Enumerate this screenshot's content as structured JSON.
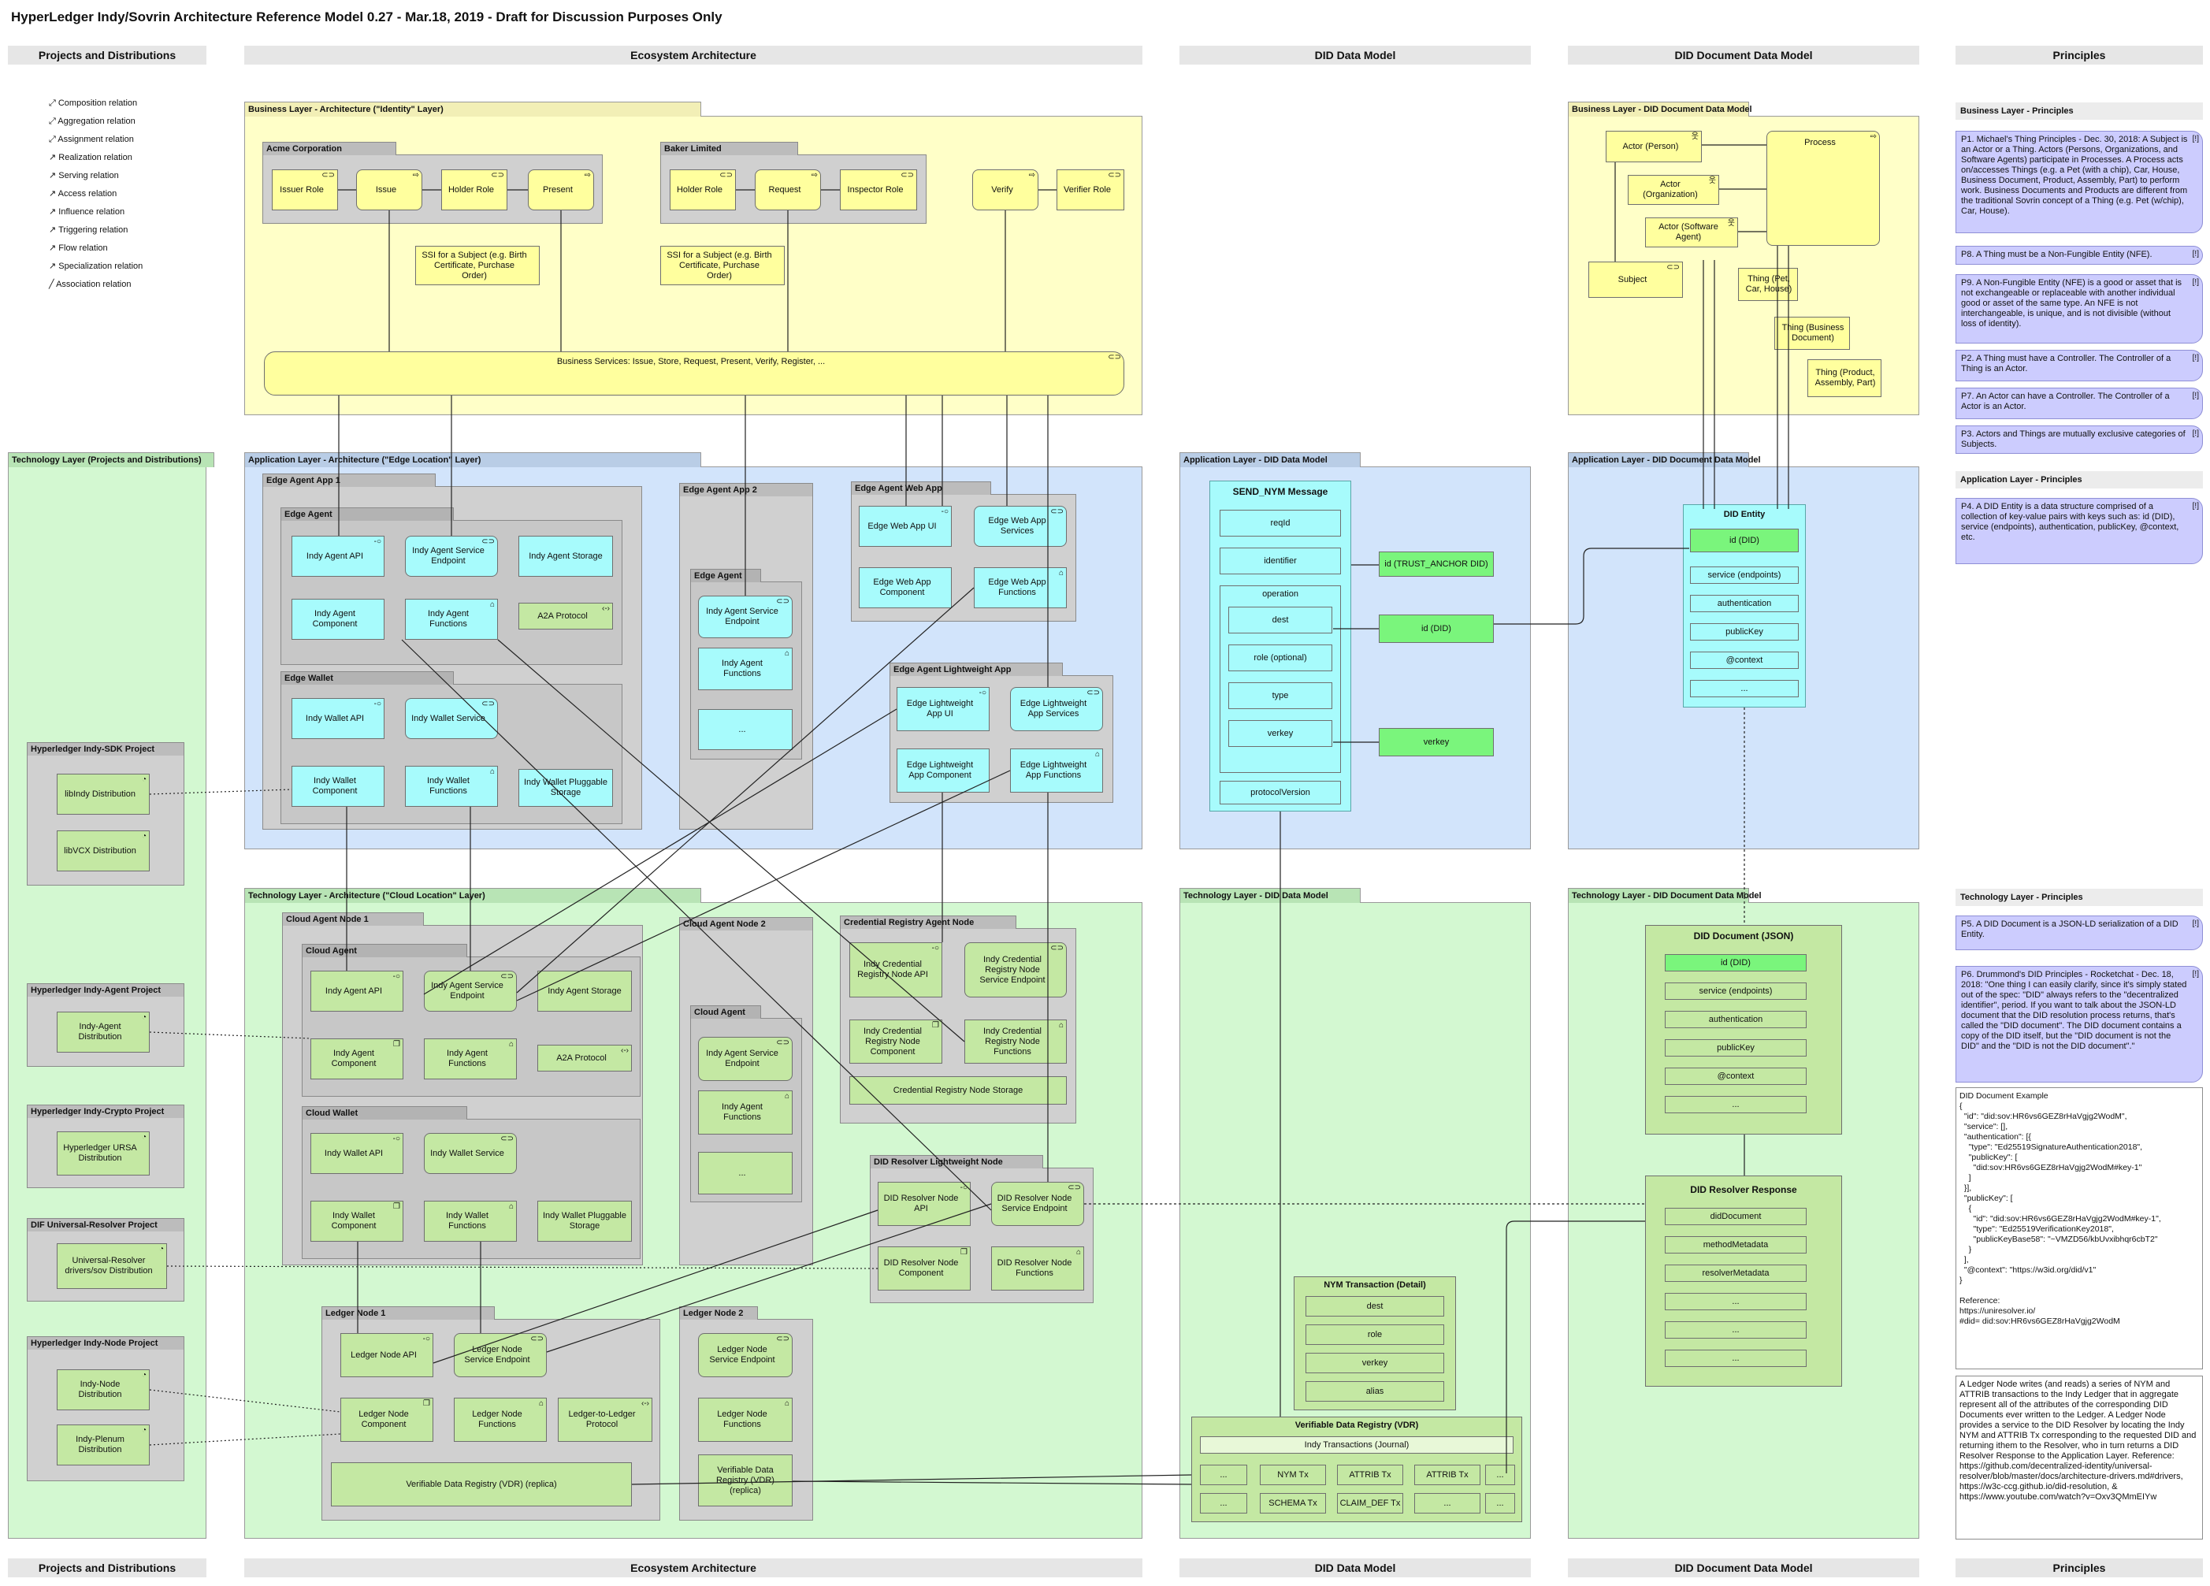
{
  "title": "HyperLedger Indy/Sovrin Architecture Reference Model 0.27 - Mar.18, 2019 - Draft for Discussion Purposes Only",
  "column_headers": [
    "Projects and Distributions",
    "Ecosystem Architecture",
    "DID Data Model",
    "DID Document Data Model",
    "Principles"
  ],
  "legend": [
    "Composition relation",
    "Aggregation relation",
    "Assignment relation",
    "Realization relation",
    "Serving relation",
    "Access relation",
    "Influence relation",
    "Triggering relation",
    "Flow relation",
    "Specialization relation",
    "Association relation"
  ],
  "legend_icon": "relation-arrow-icon",
  "layers": {
    "biz_eco": "Business Layer - Architecture (\"Identity\" Layer)",
    "app_eco": "Application Layer - Architecture  (\"Edge Location\" Layer)",
    "tech_eco": "Technology Layer - Architecture  (\"Cloud Location\" Layer)",
    "tech_proj": "Technology Layer (Projects and Distributions)",
    "app_did": "Application Layer - DID Data Model",
    "tech_did": "Technology Layer - DID Data Model",
    "biz_doc": "Business Layer - DID Document Data Model",
    "app_doc": "Application Layer - DID Document Data Model",
    "tech_doc": "Technology Layer - DID Document Data Model"
  },
  "business": {
    "acme": "Acme Corporation",
    "baker": "Baker Limited",
    "issuer_role": "Issuer Role",
    "issue": "Issue",
    "holder_role_1": "Holder Role",
    "present": "Present",
    "holder_role_2": "Holder Role",
    "request": "Request",
    "inspector_role": "Inspector Role",
    "verify": "Verify",
    "verifier_role": "Verifier Role",
    "ssi_1": "SSI for a Subject (e.g. Birth Certificate, Purchase Order)",
    "ssi_2": "SSI for a Subject (e.g. Birth Certificate, Purchase Order)",
    "services": "Business Services: Issue, Store, Request, Present, Verify, Register, ..."
  },
  "app": {
    "eaa1": "Edge Agent App 1",
    "edge_agent": "Edge Agent",
    "ia_api": "Indy Agent API",
    "ia_sep": "Indy Agent Service Endpoint",
    "ia_storage": "Indy Agent Storage",
    "ia_comp": "Indy Agent Component",
    "ia_func": "Indy Agent Functions",
    "a2a": "A2A Protocol",
    "edge_wallet": "Edge Wallet",
    "iw_api": "Indy Wallet API",
    "iw_svc": "Indy Wallet Service",
    "iw_comp": "Indy Wallet Component",
    "iw_func": "Indy Wallet Functions",
    "iw_pstore": "Indy Wallet Pluggable Storage",
    "eaa2": "Edge Agent App 2",
    "edge_agent2": "Edge Agent",
    "ia2_sep": "Indy Agent Service Endpoint",
    "ia2_func": "Indy Agent Functions",
    "ia2_more": "...",
    "ewa": "Edge Agent Web App",
    "ew_ui": "Edge Web App UI",
    "ew_svc": "Edge Web App Services",
    "ew_comp": "Edge Web App Component",
    "ew_func": "Edge Web App Functions",
    "elw": "Edge Agent Lightweight App",
    "el_ui": "Edge Lightweight App UI",
    "el_svc": "Edge Lightweight App Services",
    "el_comp": "Edge Lightweight App Component",
    "el_func": "Edge Lightweight App Functions"
  },
  "tech": {
    "can1": "Cloud Agent Node 1",
    "cloud_agent": "Cloud Agent",
    "ia_api": "Indy Agent API",
    "ia_sep": "Indy Agent Service Endpoint",
    "ia_storage": "Indy Agent Storage",
    "ia_comp": "Indy Agent Component",
    "ia_func": "Indy Agent Functions",
    "a2a": "A2A Protocol",
    "cloud_wallet": "Cloud Wallet",
    "iw_api": "Indy Wallet API",
    "iw_svc": "Indy Wallet Service",
    "iw_comp": "Indy Wallet Component",
    "iw_func": "Indy Wallet Functions",
    "iw_pstore": "Indy Wallet Pluggable Storage",
    "can2": "Cloud Agent Node 2",
    "cloud_agent2": "Cloud Agent",
    "ia2_sep": "Indy Agent Service Endpoint",
    "ia2_func": "Indy Agent Functions",
    "ia2_more": "...",
    "cran": "Credential Registry Agent Node",
    "cr_api": "Indy Credential Registry Node API",
    "cr_sep": "Indy Credential Registry Node Service Endpoint",
    "cr_comp": "Indy Credential Registry Node Component",
    "cr_func": "Indy Credential Registry Node Functions",
    "cr_store": "Credential Registry Node Storage",
    "drl": "DID Resolver Lightweight Node",
    "dr_api": "DID Resolver Node API",
    "dr_sep": "DID Resolver Node Service Endpoint",
    "dr_comp": "DID Resolver Node Component",
    "dr_func": "DID Resolver Node Functions",
    "ln1": "Ledger Node 1",
    "ln_api": "Ledger Node API",
    "ln_sep": "Ledger Node Service Endpoint",
    "ln_comp": "Ledger Node Component",
    "ln_func": "Ledger Node Functions",
    "l2l": "Ledger-to-Ledger Protocol",
    "vdr_replica": "Verifiable Data Registry (VDR) (replica)",
    "ln2": "Ledger Node 2",
    "ln2_sep": "Ledger Node Service Endpoint",
    "ln2_func": "Ledger Node Functions",
    "ln2_vdr": "Verifiable Data Registry (VDR) (replica)"
  },
  "projects": [
    {
      "name": "Hyperledger Indy-SDK Project",
      "items": [
        "libIndy Distribution",
        "libVCX Distribution"
      ]
    },
    {
      "name": "Hyperledger Indy-Agent Project",
      "items": [
        "Indy-Agent Distribution"
      ]
    },
    {
      "name": "Hyperledger Indy-Crypto Project",
      "items": [
        "Hyperledger URSA Distribution"
      ]
    },
    {
      "name": "DIF Universal-Resolver Project",
      "items": [
        "Universal-Resolver drivers/sov Distribution"
      ]
    },
    {
      "name": "Hyperledger Indy-Node Project",
      "items": [
        "Indy-Node Distribution",
        "Indy-Plenum Distribution"
      ]
    }
  ],
  "did": {
    "msg_title": "SEND_NYM Message",
    "reqid": "reqId",
    "identifier": "identifier",
    "operation": "operation",
    "dest": "dest",
    "role": "role (optional)",
    "type": "type",
    "verkey": "verkey",
    "protocol": "protocolVersion",
    "g_trust": "id (TRUST_ANCHOR DID)",
    "g_id": "id (DID)",
    "g_verkey": "verkey",
    "nym_title": "NYM Transaction (Detail)",
    "nym_rows": [
      "dest",
      "role",
      "verkey",
      "alias"
    ],
    "vdr_title": "Verifiable Data Registry (VDR)",
    "vdr_journal": "Indy Transactions (Journal)",
    "vdr_row1": [
      "...",
      "NYM Tx",
      "ATTRIB Tx",
      "ATTRIB Tx",
      "..."
    ],
    "vdr_row2": [
      "...",
      "SCHEMA Tx",
      "CLAIM_DEF Tx",
      "...",
      "..."
    ]
  },
  "doc": {
    "actor_person": "Actor (Person)",
    "actor_org": "Actor (Organization)",
    "actor_sw": "Actor (Software Agent)",
    "subject": "Subject",
    "process": "Process",
    "thing_pet": "Thing (Pet, Car, House)",
    "thing_bdoc": "Thing (Business Document)",
    "thing_prod": "Thing (Product, Assembly, Part)",
    "entity_title": "DID Entity",
    "entity_rows": [
      "id (DID)",
      "service (endpoints)",
      "authentication",
      "publicKey",
      "@context",
      "..."
    ],
    "docjson_title": "DID Document (JSON)",
    "docjson_rows": [
      "id (DID)",
      "service (endpoints)",
      "authentication",
      "publicKey",
      "@context",
      "..."
    ],
    "resolver_title": "DID Resolver Response",
    "resolver_rows": [
      "didDocument",
      "methodMetadata",
      "resolverMetadata",
      "...",
      "...",
      "..."
    ]
  },
  "principles": {
    "biz_hdr": "Business Layer - Principles",
    "app_hdr": "Application Layer - Principles",
    "tech_hdr": "Technology Layer - Principles",
    "p1": "P1. Michael's Thing Principles - Dec. 30, 2018: A Subject is an Actor or a Thing. Actors (Persons, Organizations, and Software Agents) participate in Processes. A Process acts on/accesses Things (e.g. a Pet (with a chip), Car, House, Business Document, Product, Assembly, Part) to perform work. Business Documents and Products are different from the traditional Sovrin concept of a Thing (e.g. Pet (w/chip), Car, House).",
    "p8": "P8. A Thing must be a Non-Fungible Entity (NFE).",
    "p9": "P9. A Non-Fungible Entity (NFE) is a good or asset that is not exchangeable or replaceable with another individual good or asset of the same type. An NFE is not interchangeable, is unique, and is not divisible (without loss of identity).",
    "p2": "P2. A Thing must have a Controller. The Controller of a Thing is an Actor.",
    "p7": "P7. An Actor can have a Controller. The Controller of a Actor is an Actor.",
    "p3": "P3. Actors and Things are mutually exclusive categories of Subjects.",
    "p4": "P4. A DID Entity is a data structure comprised of a collection of key-value pairs with keys such as: id (DID), service (endpoints), authentication, publicKey, @context, etc.",
    "p5": "P5. A DID Document is a JSON-LD serialization of a DID Entity.",
    "p6": "P6. Drummond's DID Principles - Rocketchat - Dec. 18, 2018:  \"One thing I can easily clarify, since it's simply stated out of the spec: \"DID\" always refers to the \"decentralized identifier\", period. If you want to talk about the JSON-LD document that the DID resolution process returns, that's called the \"DID document\". The DID document contains a copy of the DID itself, but the \"DID document is not the DID\" and the \"DID is not the DID document\".\"",
    "example": "DID Document Example\n{\n  \"id\": \"did:sov:HR6vs6GEZ8rHaVgjg2WodM\",\n  \"service\": [],\n  \"authentication\": [{\n    \"type\": \"Ed25519SignatureAuthentication2018\",\n    \"publicKey\": [\n      \"did:sov:HR6vs6GEZ8rHaVgjg2WodM#key-1\"\n    ]\n  }],\n  \"publicKey\": [\n    {\n      \"id\": \"did:sov:HR6vs6GEZ8rHaVgjg2WodM#key-1\",\n      \"type\": \"Ed25519VerificationKey2018\",\n      \"publicKeyBase58\": \"~VMZD56/kbUvxibhqr6cbT2\"\n    }\n  ],\n  \"@context\": \"https://w3id.org/did/v1\"\n}\n\nReference:\nhttps://uniresolver.io/\n#did= did:sov:HR6vs6GEZ8rHaVgjg2WodM",
    "ledger_note": "A Ledger Node writes (and reads) a series of NYM and ATTRIB transactions to the Indy Ledger that in aggregate represent all of the attributes of the corresponding DID Documents ever written to the Ledger. A Ledger Node provides a service to the DID Resolver by locating the Indy NYM and ATTRIB Tx corresponding to the requested DID and returning ithem to the Resolver, who in turn returns a DID Resolver Response to the Application Layer. Reference: https://github.com/decentralized-identity/universal-resolver/blob/master/docs/architecture-drivers.md#drivers, https://w3c-ccg.github.io/did-resolution, & https://www.youtube.com/watch?v=Oxv3QMmEIYw"
  },
  "colors": {
    "business": "#ffffc8",
    "application": "#d2e4fb",
    "technology": "#d3f8d1",
    "principle": "#ccccfe"
  }
}
